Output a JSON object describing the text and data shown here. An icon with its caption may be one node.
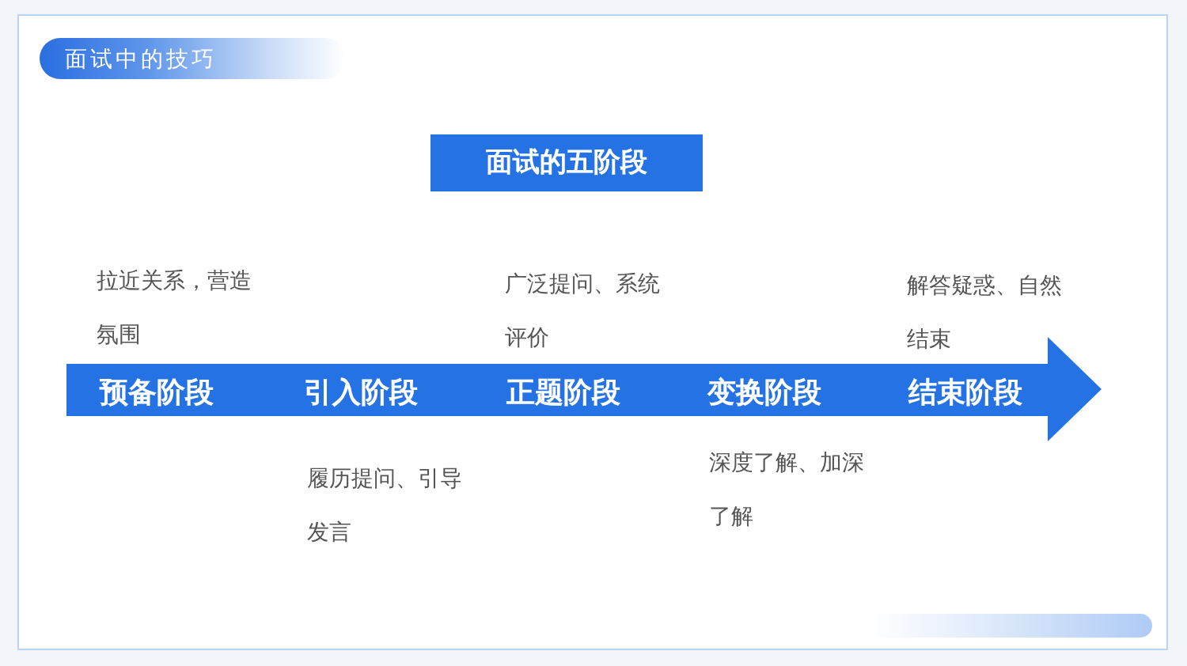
{
  "diagram": {
    "title": "面试中的技巧",
    "nodes": [
      {
        "text": [
          "面试的五阶段"
        ]
      },
      {
        "text": [
          "预备阶段",
          "引入阶段",
          "正题阶段",
          "变换阶段",
          "结束阶段"
        ]
      }
    ],
    "labels": [
      "拉近关系，营造氛围",
      "广泛提问、系统评价",
      "解答疑惑、自然结束",
      "履历提问、引导发言",
      "深度了解、加深了解"
    ]
  }
}
